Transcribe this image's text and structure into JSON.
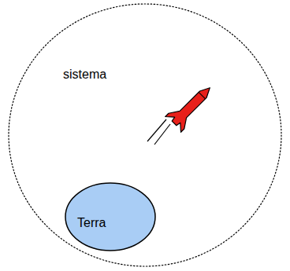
{
  "diagram": {
    "nodes": [
      {
        "text": [
          "sistema"
        ]
      },
      {
        "text": [
          "Terra"
        ],
        "in": 0
      }
    ]
  }
}
